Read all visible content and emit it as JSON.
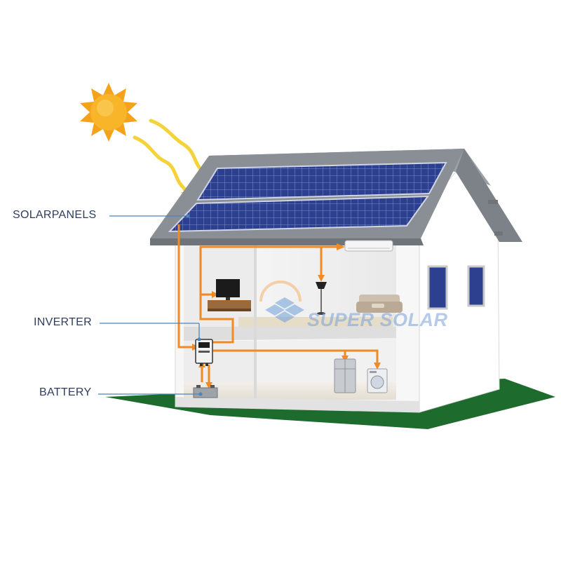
{
  "labels": {
    "solar_panels": "SOLARPANELS",
    "inverter": "INVERTER",
    "battery": "BATTERY"
  },
  "watermark": {
    "text": "SUPER SOLAR"
  },
  "colors": {
    "sun": "#f5a21b",
    "sun_rays_wavy": "#f3d23a",
    "wire": "#f08a24",
    "callout_line": "#4b84b9",
    "grass": "#1e6b2e",
    "solar_cell": "#2d3f8f",
    "roof": "#8a8f95",
    "wall": "#ffffff"
  },
  "icons": [
    "sun-icon",
    "air-conditioner-icon",
    "tv-icon",
    "lamp-icon",
    "sofa-icon",
    "fridge-icon",
    "washing-machine-icon",
    "inverter-icon",
    "battery-icon"
  ]
}
